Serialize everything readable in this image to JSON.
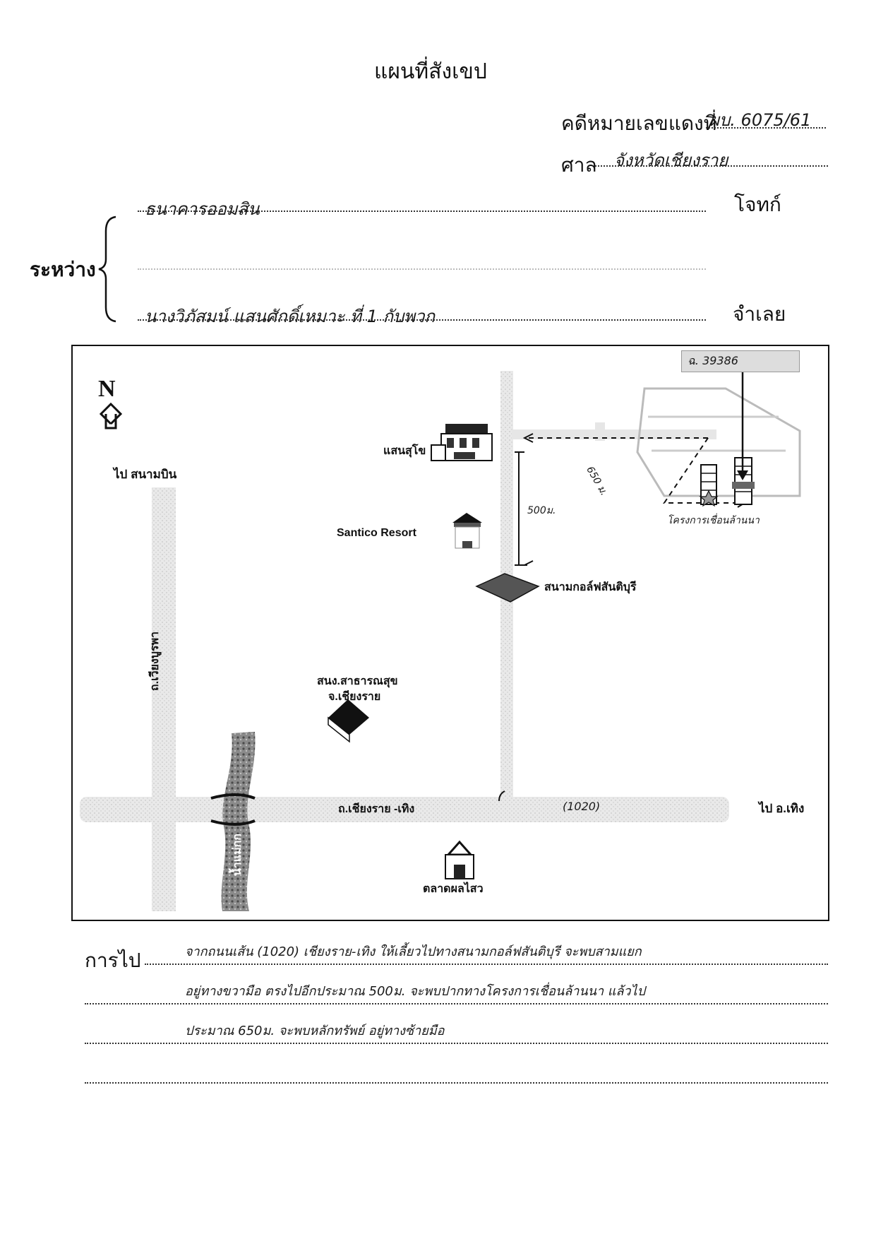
{
  "header": {
    "title": "แผนที่สังเขป",
    "case_label": "คดีหมายเลขแดงที่",
    "case_value": "ผบ. 6075/61",
    "court_label": "ศาล",
    "court_value": "จังหวัดเชียงราย"
  },
  "parties": {
    "between_label": "ระหว่าง",
    "plaintiff_value": "ธนาคารออมสิน",
    "plaintiff_label": "โจทก์",
    "defendant_value": "นางวิภัสมน์ แสนศักดิ์เหมาะ ที่ 1 กับพวก",
    "defendant_label": "จำเลย"
  },
  "map": {
    "north_label": "N",
    "to_airport": "ไป สนามบิน",
    "to_thoeng": "ไป อ.เทิง",
    "main_road": "ถ.เชียงราย -เทิง",
    "road_number": "(1020)",
    "road_west": "ถ.เวียงบูรพา",
    "river": "น้ำแม่กก",
    "market": "ตลาดผลไสว",
    "health_office_line1": "สนง.สาธารณสุข",
    "health_office_line2": "จ.เชียงราย",
    "golf": "สนามกอล์ฟสันติบุรี",
    "resort": "Santico Resort",
    "saensuk": "แสนสุโข",
    "dist_500": "500ม.",
    "dist_650": "650 ม.",
    "project": "โครงการเชื่อนล้านนา",
    "land_title": "ฉ. 39386"
  },
  "directions": {
    "label": "การไป",
    "line1": "จากถนนเส้น (1020) เชียงราย-เทิง ให้เลี้ยวไปทางสนามกอล์ฟสันติบุรี จะพบสามแยก",
    "line2": "อยู่ทางขวามือ ตรงไปอีกประมาณ 500ม. จะพบปากทางโครงการเชื่อนล้านนา แล้วไป",
    "line3": "ประมาณ 650ม. จะพบหลักทรัพย์ อยู่ทางซ้ายมือ",
    "line4": ""
  }
}
